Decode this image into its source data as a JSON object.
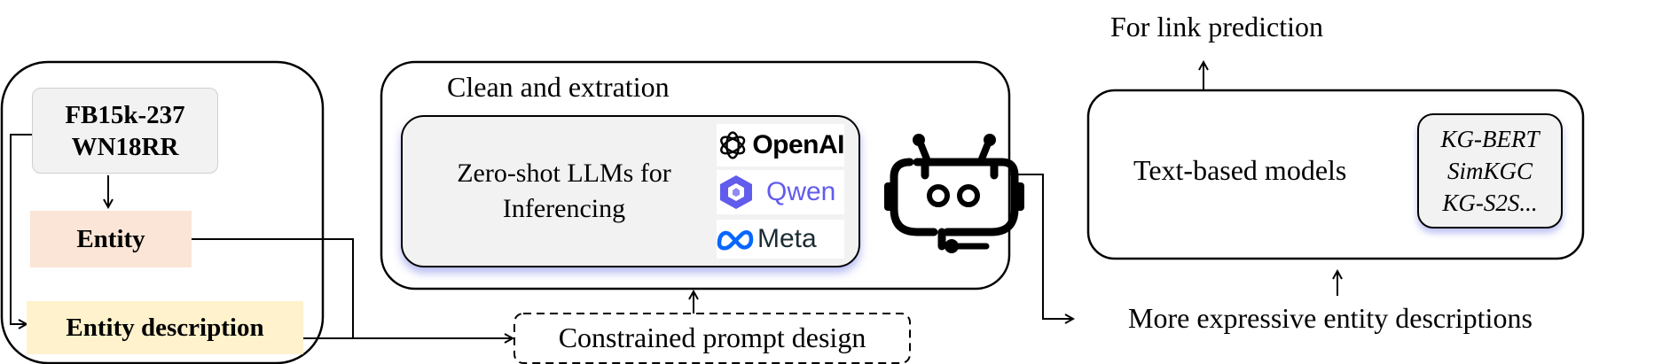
{
  "datasets": {
    "line1": "FB15k-237",
    "line2": "WN18RR"
  },
  "entity_label": "Entity",
  "entity_description_label": "Entity description",
  "clean_title": "Clean and extration",
  "llm_panel": {
    "line1": "Zero-shot LLMs for",
    "line2": "Inferencing"
  },
  "logos": {
    "openai": "OpenAI",
    "qwen": "Qwen",
    "meta": "Meta"
  },
  "prompt_label": "Constrained prompt design",
  "link_prediction_label": "For link prediction",
  "text_models_label": "Text-based models",
  "model_list": [
    "KG-BERT",
    "SimKGC",
    "KG-S2S..."
  ],
  "output_label": "More expressive entity descriptions",
  "colors": {
    "entity_fill": "#fbe5d6",
    "description_fill": "#fff2cc",
    "panel_fill": "#f2f2f2",
    "shadow_accent": "#7f8be6",
    "qwen_purple": "#615ced",
    "meta_blue": "#0866ff"
  },
  "icons": [
    "openai-logo-icon",
    "qwen-logo-icon",
    "meta-logo-icon",
    "robot-chatbot-icon"
  ]
}
